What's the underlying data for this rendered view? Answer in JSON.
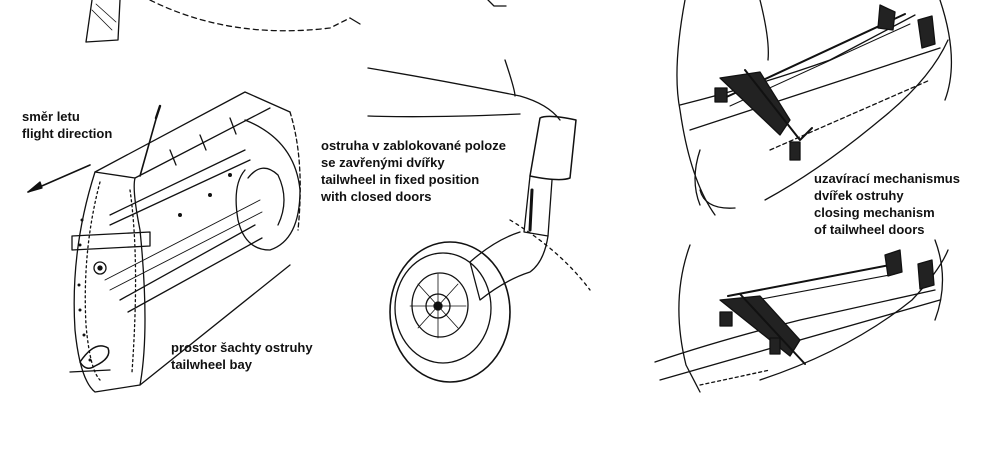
{
  "labels": {
    "flight_direction": [
      "směr letu",
      "flight direction"
    ],
    "tailwheel_fixed": [
      "ostruha v zablokované poloze",
      "se zavřenými dvířky",
      "tailwheel in fixed position",
      "with closed doors"
    ],
    "tailwheel_bay": [
      "prostor šachty ostruhy",
      "tailwheel bay"
    ],
    "closing_mechanism": [
      "uzavírací mechanismus",
      "dvířek ostruhy",
      "closing mechanism",
      "of tailwheel doors"
    ]
  },
  "colors": {
    "ink": "#111111",
    "background": "#ffffff"
  }
}
